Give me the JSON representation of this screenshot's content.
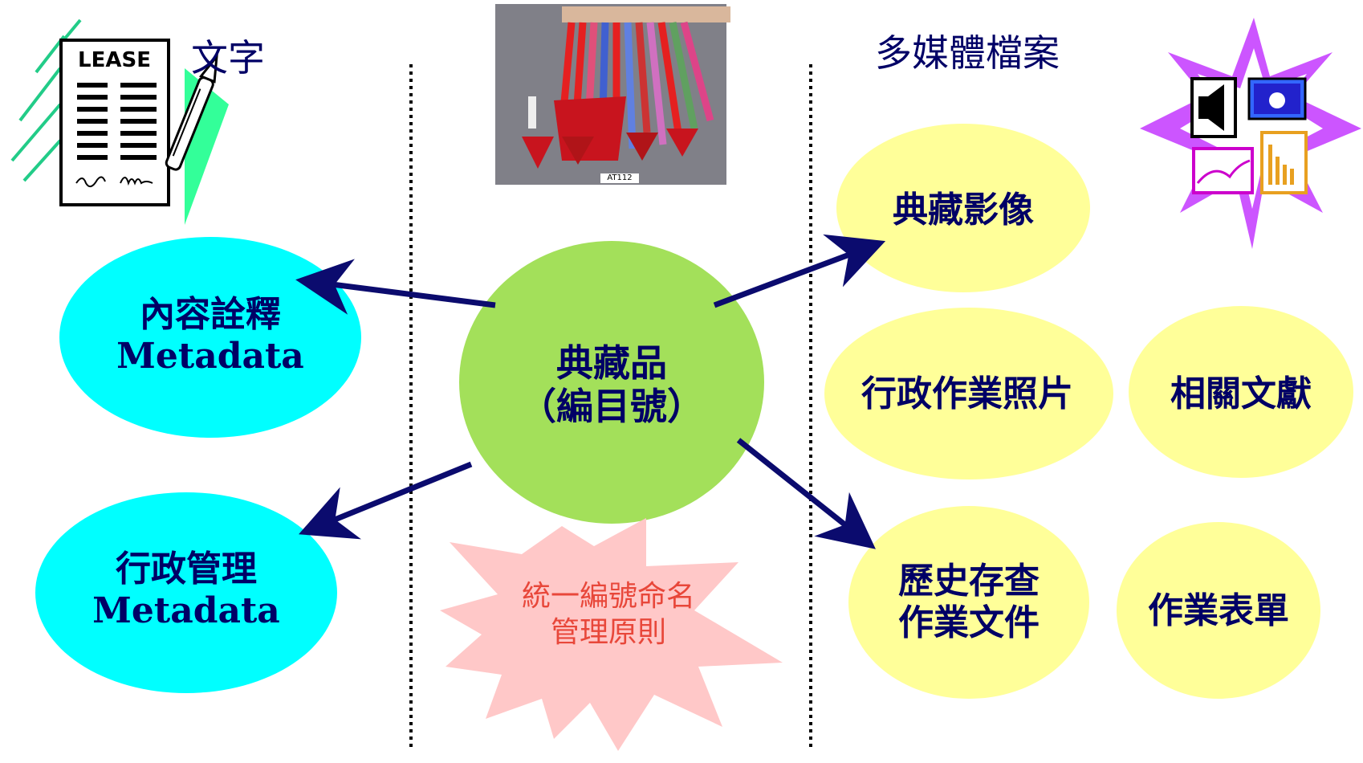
{
  "headers": {
    "text": "文字",
    "multimedia": "多媒體檔案"
  },
  "lease_clipart": {
    "title": "LEASE"
  },
  "photo": {
    "caption": "AT112"
  },
  "center": {
    "line1": "典藏品",
    "line2": "（編目號）"
  },
  "left_nodes": [
    {
      "line1": "內容詮釋",
      "line2": "Metadata"
    },
    {
      "line1": "行政管理",
      "line2": "Metadata"
    }
  ],
  "right_nodes": [
    {
      "line1": "典藏影像"
    },
    {
      "line1": "行政作業照片"
    },
    {
      "line1": "相關文獻"
    },
    {
      "line1": "歷史存查",
      "line2": "作業文件"
    },
    {
      "line1": "作業表單"
    }
  ],
  "starburst": {
    "line1": "統一編號命名",
    "line2": "管理原則"
  },
  "colors": {
    "arrow": "#0b0b6e",
    "cyan": "#00ffff",
    "green": "#a3e05a",
    "yellow": "#ffff99",
    "pink": "#ffc8c8",
    "label": "#000066",
    "starburst_text": "#e8473a",
    "magenta": "#cc55ff"
  }
}
